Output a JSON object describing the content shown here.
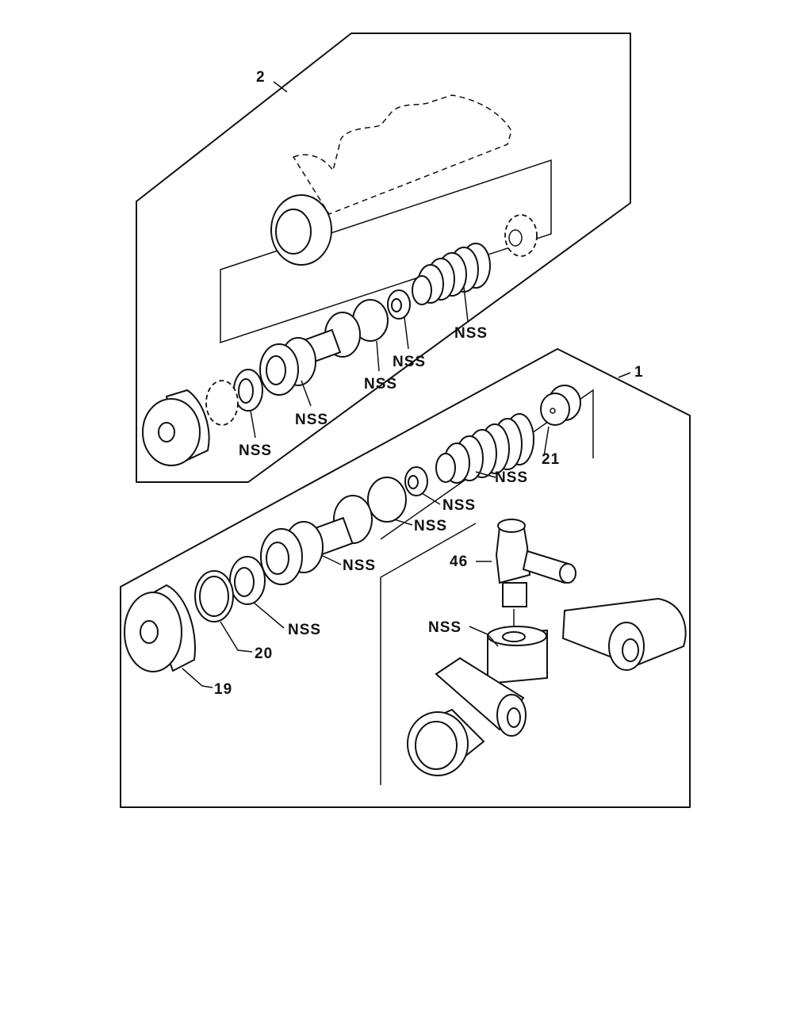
{
  "diagram": {
    "callouts": {
      "assembly_1": "1",
      "assembly_2": "2",
      "part_19": "19",
      "part_20": "20",
      "part_21": "21",
      "part_46": "46",
      "nss": "NSS"
    }
  }
}
